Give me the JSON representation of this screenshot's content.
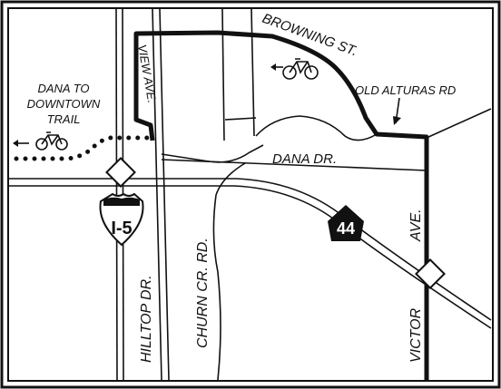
{
  "map": {
    "streets": {
      "browning": "BROWNING ST.",
      "view": "VIEW AVE.",
      "old_alturas": "OLD ALTURAS RD",
      "dana": "DANA DR.",
      "hilltop": "HILLTOP DR.",
      "churn_creek": "CHURN CR. RD.",
      "victor": "VICTOR",
      "victor_ave": "AVE."
    },
    "trail_label": [
      "DANA TO",
      "DOWNTOWN",
      "TRAIL"
    ],
    "highways": {
      "interstate": "I-5",
      "state_route": "44"
    },
    "colors": {
      "ink": "#111111",
      "background": "#ffffff",
      "highlight_route": "#111111"
    },
    "icons": [
      "bicycle-icon",
      "direction-arrow-icon",
      "interchange-diamond-icon",
      "interstate-shield-icon",
      "state-route-shield-icon"
    ]
  }
}
